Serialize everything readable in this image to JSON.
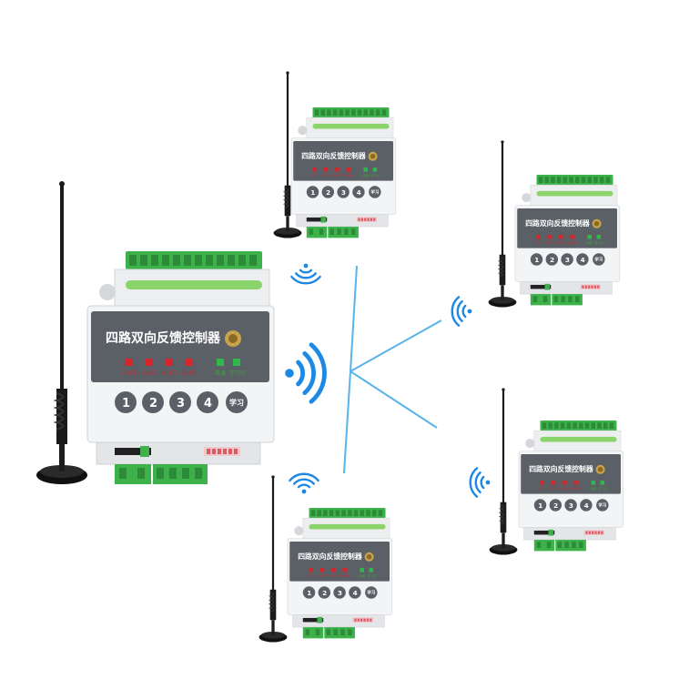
{
  "device": {
    "title": "四路双向反馈控制器",
    "out_labels": [
      "OUT1",
      "OUT2",
      "OUT3",
      "OUT4"
    ],
    "status_labels": [
      "电源",
      "学习灯"
    ],
    "buttons": [
      "1",
      "2",
      "3",
      "4",
      "学习"
    ]
  },
  "colors": {
    "terminal_green": "#3db24a",
    "panel_gray": "#5b5f66",
    "signal_blue": "#1e88e5",
    "led_red": "#d7262b"
  }
}
